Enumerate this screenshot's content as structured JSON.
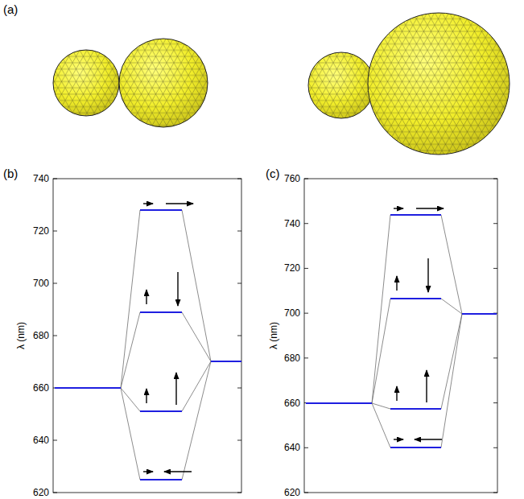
{
  "diagram": {
    "labels": [
      "(a)",
      "(b)",
      "740",
      "720",
      "700",
      "680",
      "660",
      "640",
      "620",
      "λ (nm)",
      "(c)",
      "760",
      "740",
      "720",
      "700",
      "680",
      "660",
      "640",
      "620",
      "λ (nm)"
    ]
  }
}
